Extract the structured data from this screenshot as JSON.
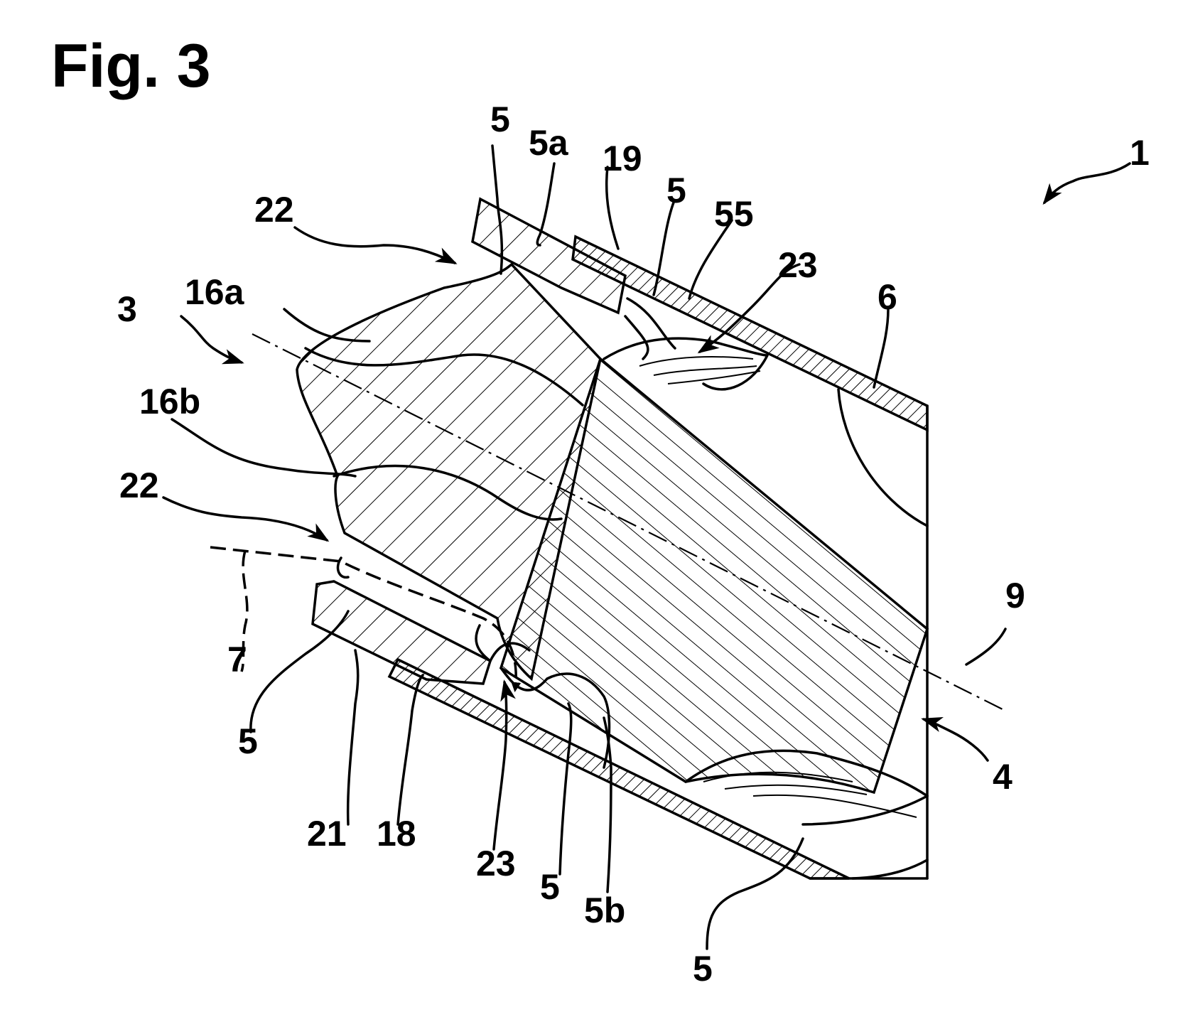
{
  "figure": {
    "title": "Fig. 3",
    "labels": {
      "l1": "1",
      "l3": "3",
      "l4": "4",
      "l5_top_a": "5",
      "l5a": "5a",
      "l19": "19",
      "l5_top_b": "5",
      "l55": "55",
      "l23_top": "23",
      "l6": "6",
      "l22_top": "22",
      "l16a": "16a",
      "l16b": "16b",
      "l22_left": "22",
      "l7": "7",
      "l5_left": "5",
      "l21": "21",
      "l18": "18",
      "l23_bottom": "23",
      "l5_bottom_a": "5",
      "l5b": "5b",
      "l5_bottom_b": "5",
      "l9": "9"
    }
  }
}
